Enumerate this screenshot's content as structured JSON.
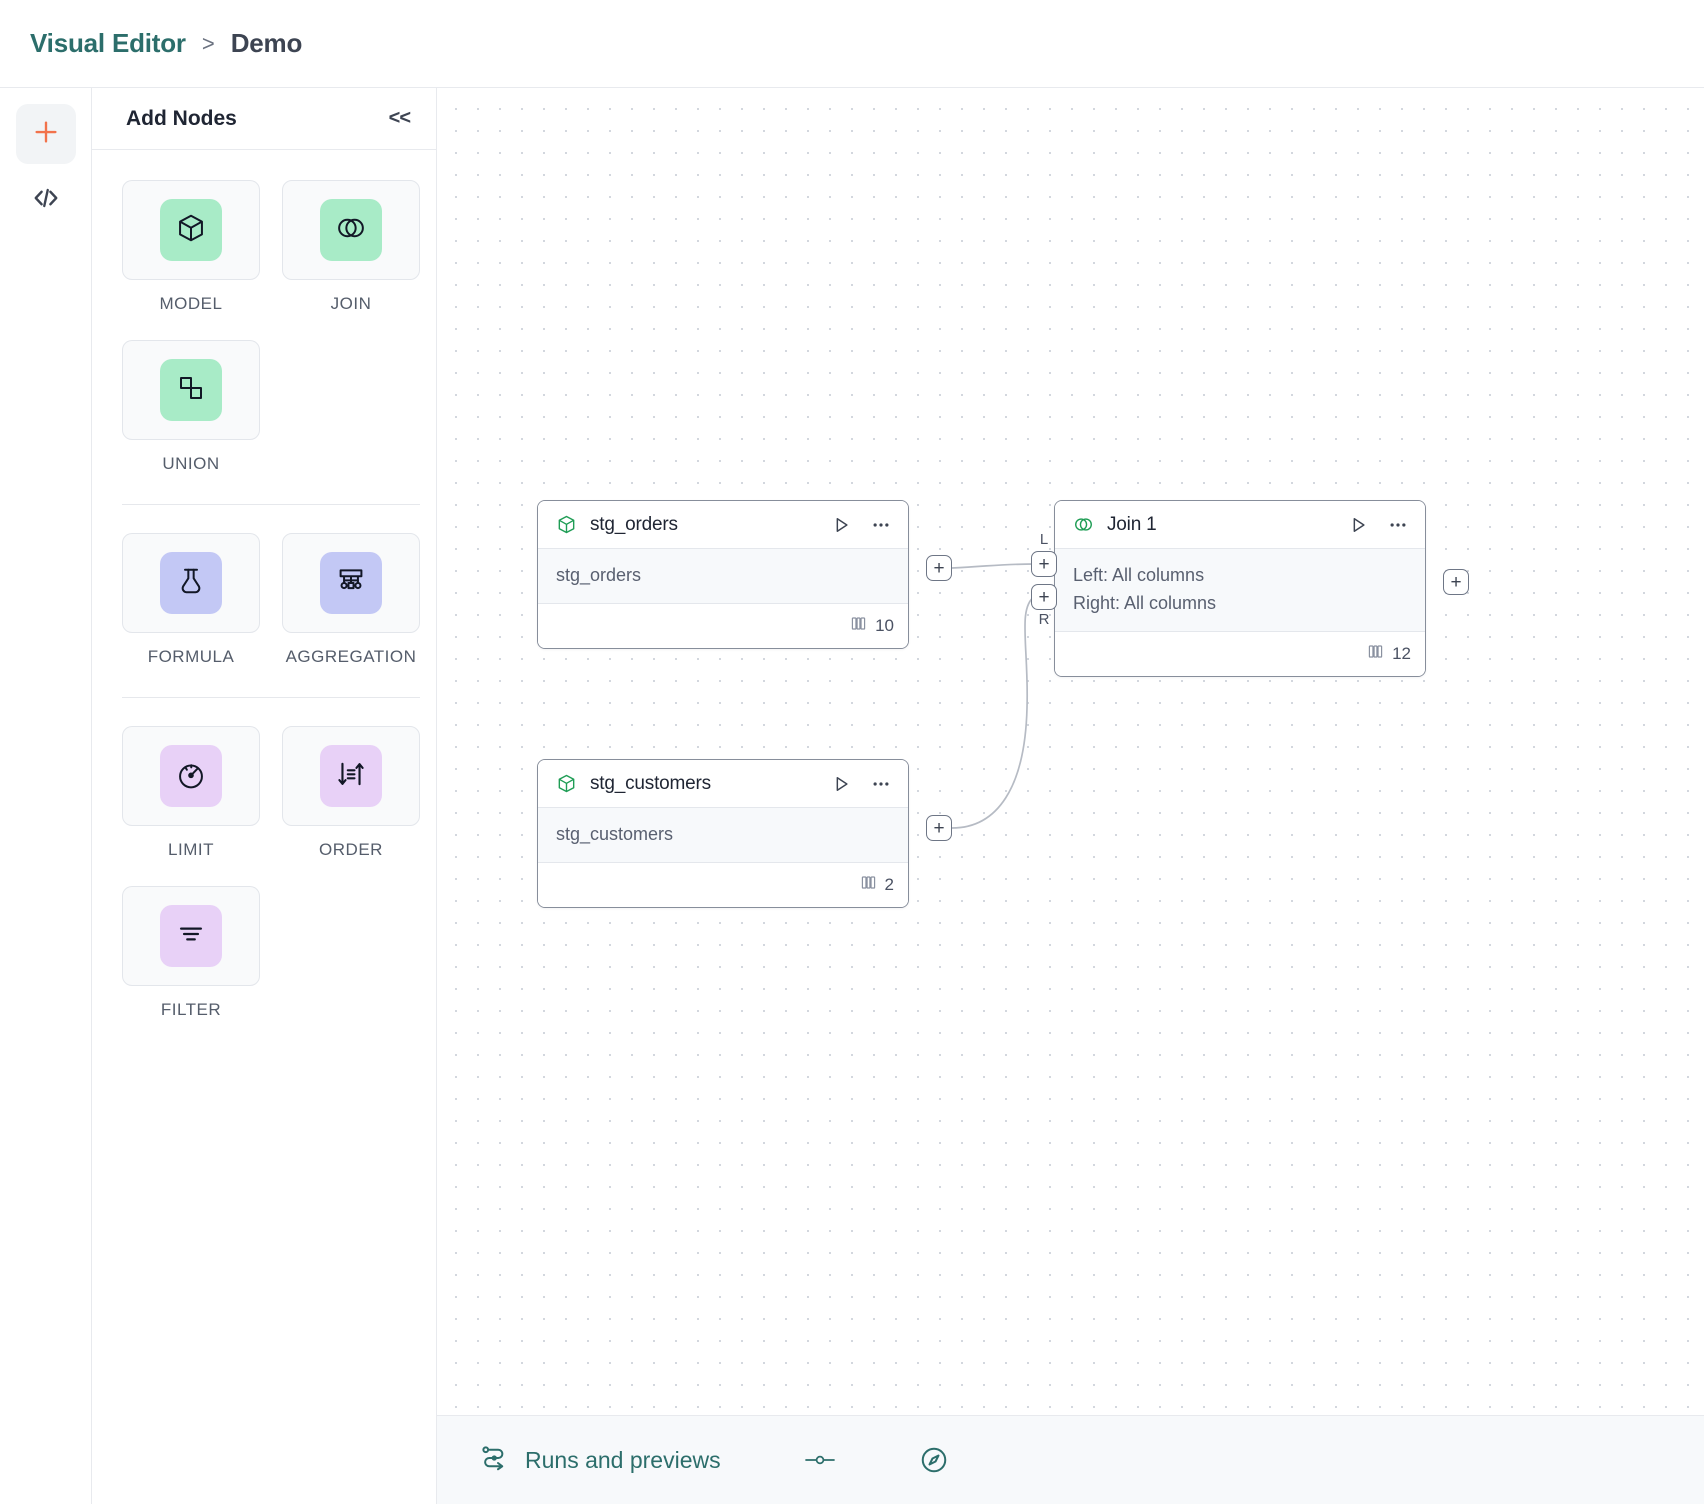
{
  "header": {
    "breadcrumb_root": "Visual Editor",
    "breadcrumb_separator": ">",
    "breadcrumb_current": "Demo"
  },
  "rail": {
    "items": [
      {
        "name": "add-node-rail-button",
        "icon": "plus-icon",
        "color": "#f2724b"
      },
      {
        "name": "code-view-rail-button",
        "icon": "code-icon",
        "color": "#3d4452"
      }
    ]
  },
  "panel": {
    "title": "Add Nodes",
    "collapse_label": "<<",
    "groups": [
      {
        "nodes": [
          {
            "label": "MODEL",
            "icon": "cube-icon",
            "tile": "tile-green"
          },
          {
            "label": "JOIN",
            "icon": "venn-icon",
            "tile": "tile-green"
          },
          {
            "label": "UNION",
            "icon": "union-shapes-icon",
            "tile": "tile-green"
          }
        ]
      },
      {
        "nodes": [
          {
            "label": "FORMULA",
            "icon": "flask-icon",
            "tile": "tile-blue"
          },
          {
            "label": "AGGREGATION",
            "icon": "aggregation-tree-icon",
            "tile": "tile-blue"
          }
        ]
      },
      {
        "nodes": [
          {
            "label": "LIMIT",
            "icon": "gauge-icon",
            "tile": "tile-violet"
          },
          {
            "label": "ORDER",
            "icon": "sort-arrows-icon",
            "tile": "tile-violet"
          },
          {
            "label": "FILTER",
            "icon": "filter-lines-icon",
            "tile": "tile-violet"
          }
        ]
      }
    ]
  },
  "canvas": {
    "nodes": [
      {
        "id": "stg_orders",
        "icon": "cube-icon",
        "title": "stg_orders",
        "body_lines": [
          "stg_orders"
        ],
        "column_count": "10",
        "run_label": "run",
        "menu_label": "more options"
      },
      {
        "id": "stg_customers",
        "icon": "cube-icon",
        "title": "stg_customers",
        "body_lines": [
          "stg_customers"
        ],
        "column_count": "2",
        "run_label": "run",
        "menu_label": "more options"
      },
      {
        "id": "join_1",
        "icon": "venn-icon",
        "title": "Join 1",
        "body_lines": [
          "Left: All columns",
          "Right: All columns"
        ],
        "column_count": "12",
        "run_label": "run",
        "menu_label": "more options"
      }
    ],
    "handles": {
      "plus": "+",
      "left_port": "L",
      "right_port": "R"
    }
  },
  "footer": {
    "runs_label": "Runs and previews",
    "runs_icon": "flow-runs-icon",
    "slider_icon": "slider-toggle-icon",
    "compass_icon": "compass-icon"
  },
  "colors": {
    "brand_teal": "#2c6e6b",
    "accent_orange": "#f2724b",
    "node_green": "#a8ebc7",
    "node_blue": "#c3c8f5",
    "node_violet": "#e8d1f7",
    "icon_green": "#1f9d55"
  }
}
